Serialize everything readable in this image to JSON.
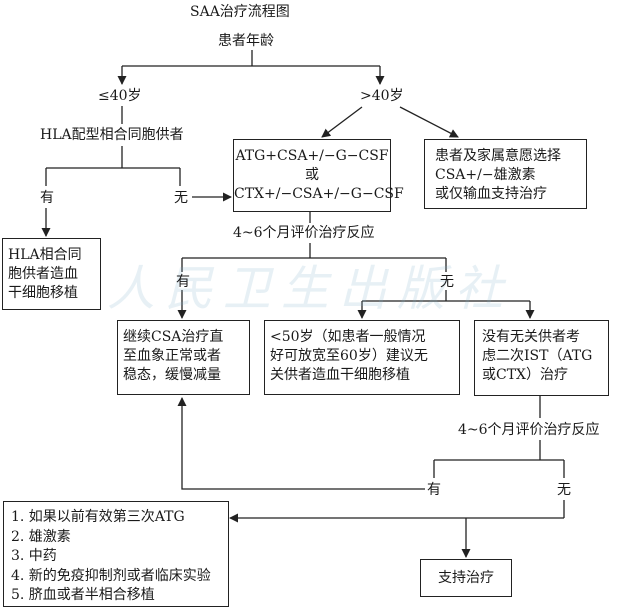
{
  "title": "SAA治疗流程图",
  "nodes": {
    "age": "患者年龄",
    "le40": "≤40岁",
    "gt40": ">40岁",
    "hla_donor": "HLA配型相合同胞供者",
    "yes_a": "有",
    "no_a": "无",
    "hla_transplant": [
      "HLA相合同",
      "胞供者造血",
      "干细胞移植"
    ],
    "atg_regimen": [
      "ATG+CSA+/−G−CSF",
      "或",
      "CTX+/−CSA+/−G−CSF"
    ],
    "elderly_choice": [
      "患者及家属意愿选择",
      "CSA+/−雄激素",
      "或仅输血支持治疗"
    ],
    "eval_1": "4~6个月评价治疗反应",
    "yes_b": "有",
    "no_b": "无",
    "continue_csa": [
      "继续CSA治疗直",
      "至血象正常或者",
      "稳态，缓慢减量"
    ],
    "under50": [
      "<50岁（如患者一般情况",
      "好可放宽至60岁）建议无",
      "关供者造血干细胞移植"
    ],
    "no_unrelated": [
      "没有无关供者考",
      "虑二次IST（ATG",
      "或CTX）治疗"
    ],
    "eval_2": "4~6个月评价治疗反应",
    "yes_c": "有",
    "no_c": "无",
    "options": [
      "1. 如果以前有效第三次ATG",
      "2. 雄激素",
      "3. 中药",
      "4. 新的免疫抑制剂或者临床实验",
      "5. 脐血或者半相合移植"
    ],
    "support": "支持治疗"
  },
  "watermark": "人民卫生出版社",
  "colors": {
    "line": "#222222",
    "watermark": "#7fb2c9"
  }
}
